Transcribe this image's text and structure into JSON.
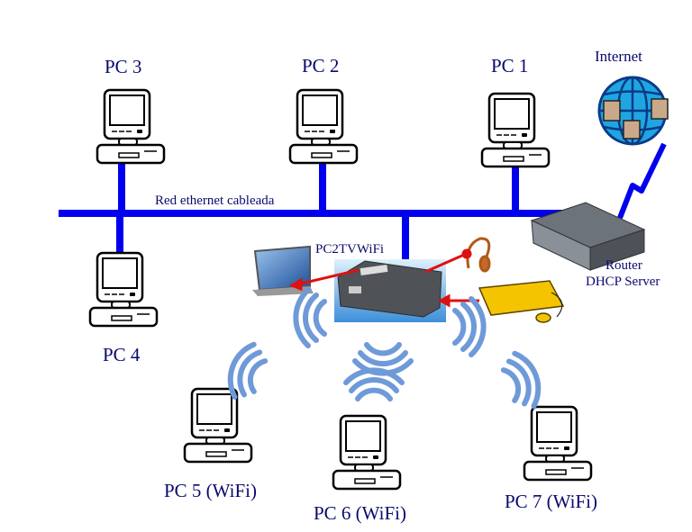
{
  "labels": {
    "pc1": "PC 1",
    "pc2": "PC 2",
    "pc3": "PC 3",
    "pc4": "PC 4",
    "pc5": "PC 5 (WiFi)",
    "pc6": "PC 6 (WiFi)",
    "pc7": "PC 7 (WiFi)",
    "internet": "Internet",
    "ethernet": "Red ethernet cableada",
    "device": "PC2TVWiFi",
    "router_line1": "Router",
    "router_line2": "DHCP Server"
  },
  "colors": {
    "cable": "#0000ee",
    "wifi": "#6f9ad8",
    "connector": "#e01010",
    "text": "#0a0a6e"
  },
  "icons": [
    "computer-icon",
    "globe-icon",
    "router-icon",
    "tv-icon",
    "headset-icon",
    "keyboard-icon",
    "mouse-icon",
    "wifi-signal-icon"
  ]
}
